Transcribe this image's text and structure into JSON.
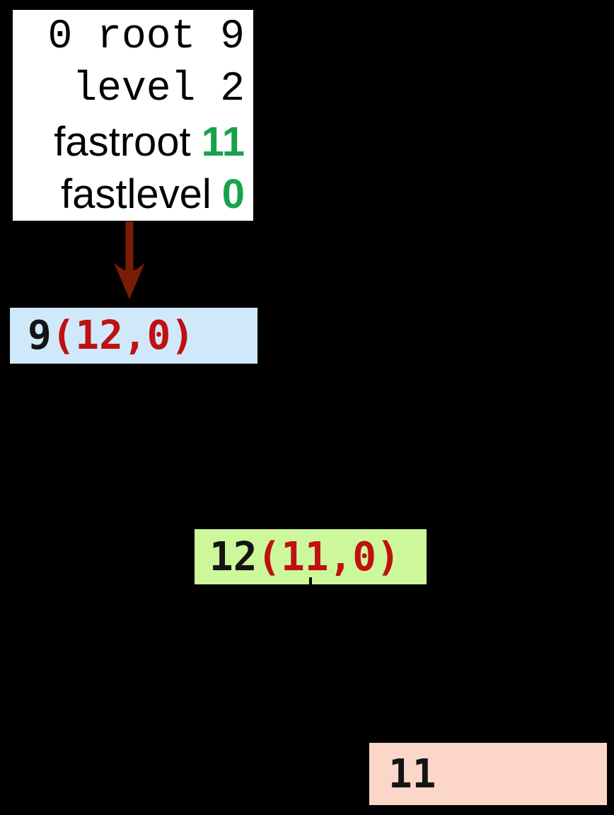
{
  "diagram": {
    "description": "graph visualization on black background with root info box, arrow, and three trail nodes"
  },
  "info_box": {
    "mono_lines": [
      "0 root 9",
      "level 2"
    ],
    "fast_lines": [
      {
        "label": "fastroot",
        "value": "11"
      },
      {
        "label": "fastlevel",
        "value": "0"
      }
    ]
  },
  "arrow": {
    "name": "down-arrow",
    "color": "#7a1c06"
  },
  "nodes": [
    {
      "id": "9",
      "ref": "(12,0)",
      "bg": "#cfe9fa"
    },
    {
      "id": "12",
      "ref": "(11,0)",
      "bg": "#cdf79b"
    },
    {
      "id": "11",
      "ref": "",
      "bg": "#fcd6c9"
    }
  ],
  "colors": {
    "background": "#000000",
    "info_box_bg": "#ffffff",
    "info_text": "#000000",
    "fast_value_green": "#19a24c",
    "node_id_text": "#141414",
    "node_ref_red": "#c01012",
    "arrow_dark_red": "#7a1c06",
    "node_9_bg": "#cfe9fa",
    "node_12_bg": "#cdf79b",
    "node_11_bg": "#fcd6c9"
  }
}
